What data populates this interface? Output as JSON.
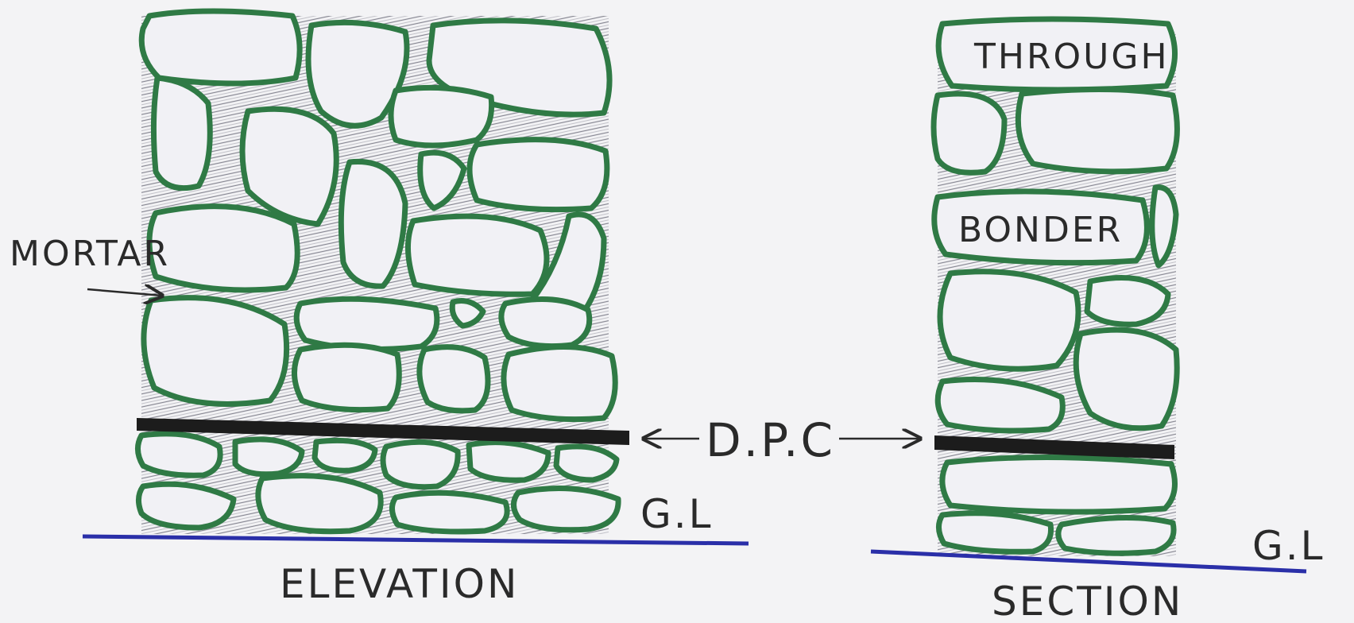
{
  "labels": {
    "mortar": "MORTAR",
    "dpc": "D.P.C",
    "gl_left": "G.L",
    "gl_right": "G.L",
    "elevation": "ELEVATION",
    "section": "SECTION",
    "through": "THROUGH",
    "bonder": "BONDER"
  },
  "colors": {
    "stone_outline": "#2f7a45",
    "stone_fill": "#f1f1f5",
    "mortar": "#6a6a78",
    "dpc": "#1c1c1c",
    "ground_line": "#2a2fa8",
    "ink": "#2a2a2a"
  }
}
